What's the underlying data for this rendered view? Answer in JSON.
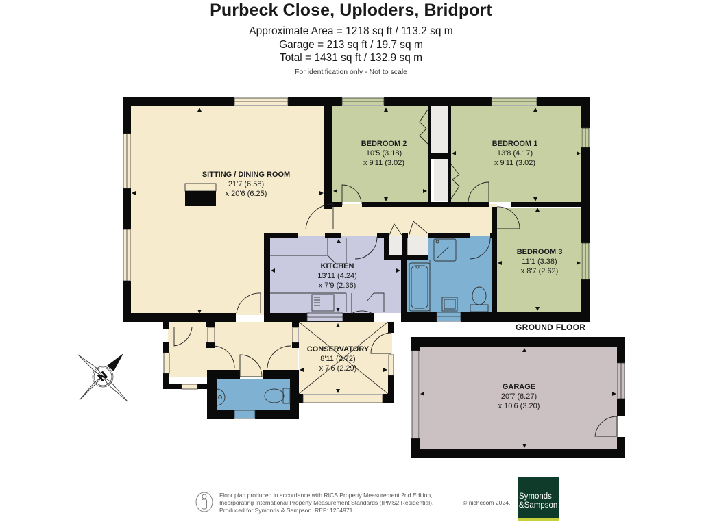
{
  "header": {
    "title": "Purbeck Close, Uploders, Bridport",
    "area_lines": [
      "Approximate Area = 1218 sq ft / 113.2 sq m",
      "Garage = 213 sq ft / 19.7 sq m",
      "Total = 1431 sq ft / 132.9 sq m"
    ],
    "note": "For identification only - Not to scale"
  },
  "floor_label": "GROUND FLOOR",
  "rooms": {
    "sitting": {
      "name": "SITTING / DINING ROOM",
      "dim1": "21'7 (6.58)",
      "dim2": "x 20'6 (6.25)"
    },
    "bedroom2": {
      "name": "BEDROOM 2",
      "dim1": "10'5 (3.18)",
      "dim2": "x 9'11 (3.02)"
    },
    "bedroom1": {
      "name": "BEDROOM 1",
      "dim1": "13'8 (4.17)",
      "dim2": "x 9'11 (3.02)"
    },
    "bedroom3": {
      "name": "BEDROOM 3",
      "dim1": "11'1 (3.38)",
      "dim2": "x 8'7 (2.62)"
    },
    "kitchen": {
      "name": "KITCHEN",
      "dim1": "13'11 (4.24)",
      "dim2": "x 7'9 (2.36)"
    },
    "conservatory": {
      "name": "CONSERVATORY",
      "dim1": "8'11 (2.72)",
      "dim2": "x 7'6 (2.29)"
    },
    "garage": {
      "name": "GARAGE",
      "dim1": "20'7 (6.27)",
      "dim2": "x 10'6 (3.20)"
    }
  },
  "colors": {
    "living": "#f6ebcd",
    "bedroom": "#c6d0a2",
    "kitchen": "#c9c9e0",
    "bathroom": "#7fb1d2",
    "garage": "#cbc1c3",
    "storage": "#ecebe8",
    "wall": "#0a0a0a",
    "logo_bg": "#0f3b2a",
    "logo_accent": "#c7cf3a"
  },
  "compass": {
    "letter": "N"
  },
  "footer": {
    "lines": [
      "Floor plan produced in accordance with RICS Property Measurement 2nd Edition,",
      "Incorporating International Property Measurement Standards (IPMS2 Residential).",
      "Produced for Symonds & Sampson.   REF:  1204971"
    ],
    "copyright": "© nichecom 2024.",
    "logo_line1": "Symonds",
    "logo_line2": "&Sampson"
  }
}
